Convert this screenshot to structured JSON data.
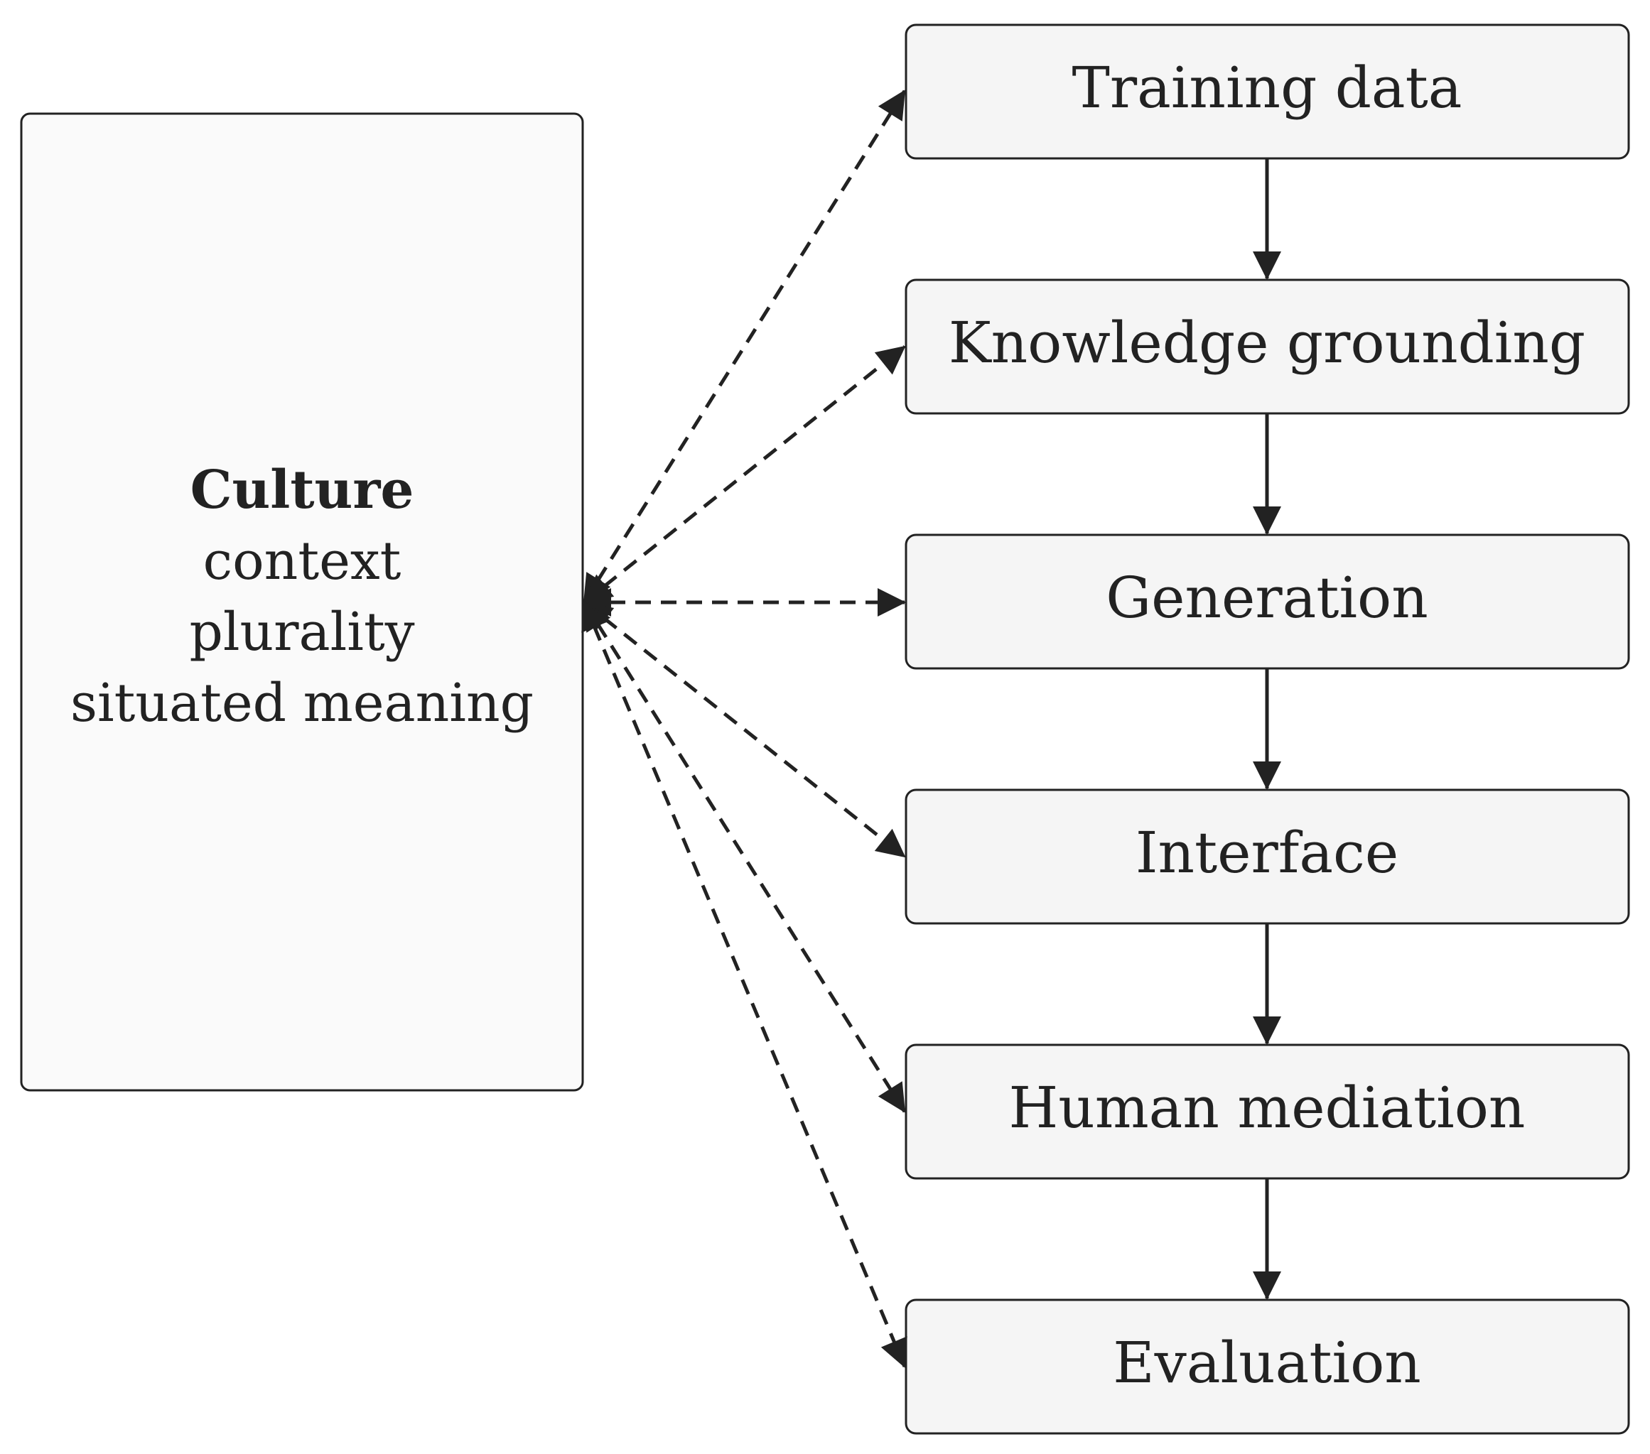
{
  "culture": {
    "title": "Culture",
    "lines": [
      "context",
      "plurality",
      "situated meaning"
    ]
  },
  "stages": [
    {
      "label": "Training data"
    },
    {
      "label": "Knowledge grounding"
    },
    {
      "label": "Generation"
    },
    {
      "label": "Interface"
    },
    {
      "label": "Human mediation"
    },
    {
      "label": "Evaluation"
    }
  ],
  "colors": {
    "stroke": "#222222",
    "stage_fill": "#f5f5f5",
    "culture_fill": "#fafafa"
  }
}
